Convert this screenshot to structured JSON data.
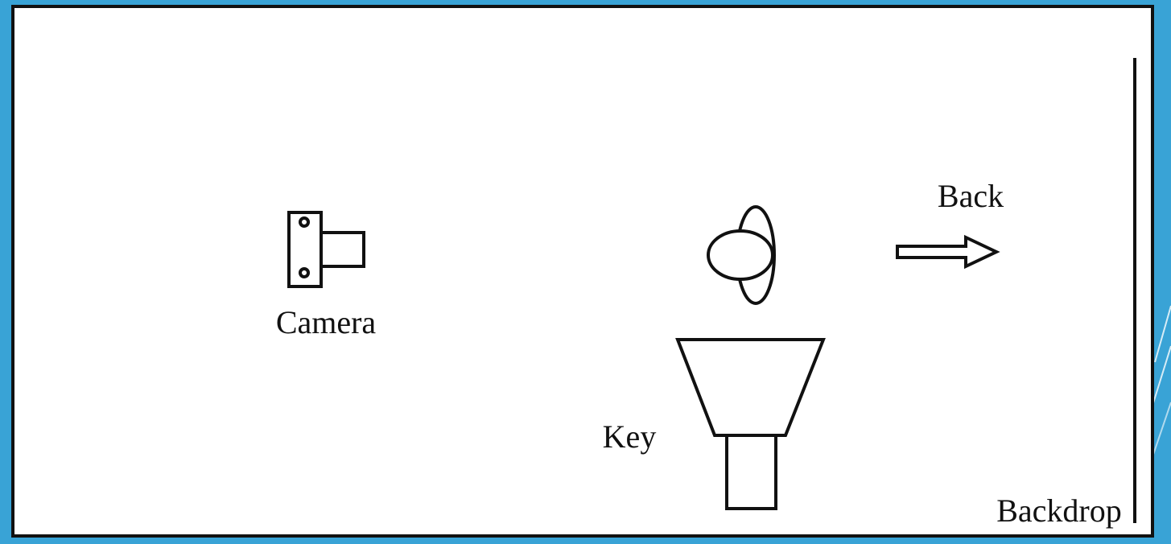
{
  "labels": {
    "camera": "Camera",
    "back": "Back",
    "key": "Key",
    "backdrop": "Backdrop"
  },
  "icons": {
    "camera": "camera-icon",
    "subject": "subject-head-icon",
    "back_light": "arrow-right-icon",
    "key_light": "key-light-icon",
    "backdrop": "backdrop-line"
  },
  "colors": {
    "frame_accent": "#39a3d6",
    "stroke": "#111111",
    "panel": "#ffffff"
  }
}
